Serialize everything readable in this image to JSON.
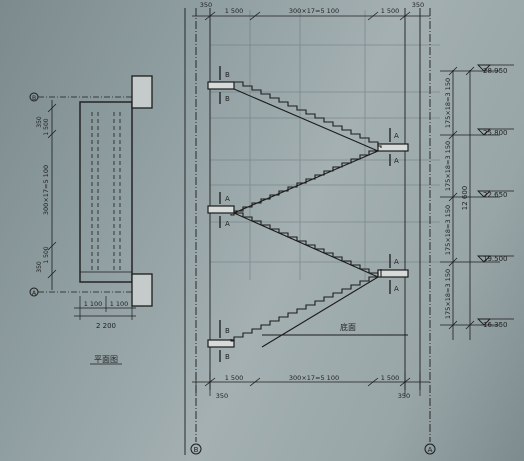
{
  "plan": {
    "axis_top": "B",
    "axis_bottom": "A",
    "dim_350": "350",
    "dim_1500": "1 500",
    "dim_run": "300×17=5 100",
    "dim_1100a": "1 100",
    "dim_1100b": "1 100",
    "dim_2200": "2 200",
    "title": "平面图"
  },
  "section": {
    "top_dims": [
      "350",
      "1 500",
      "300×17=5 100",
      "1 500",
      "350"
    ],
    "bottom_dims": [
      "1 500",
      "300×17=5 100",
      "1 500"
    ],
    "bottom_350_left": "350",
    "bottom_350_right": "350",
    "axis_left": "B",
    "axis_right": "A",
    "flight_height": "175×18=3 150",
    "total_height": "12 600",
    "elevations": [
      "28.950",
      "25.800",
      "22.650",
      "19.500",
      "16.350"
    ],
    "ground_label": "底面",
    "cut_left": [
      "B",
      "B",
      "A",
      "A",
      "B",
      "B"
    ],
    "cut_right": [
      "A",
      "A",
      "A",
      "A"
    ]
  }
}
